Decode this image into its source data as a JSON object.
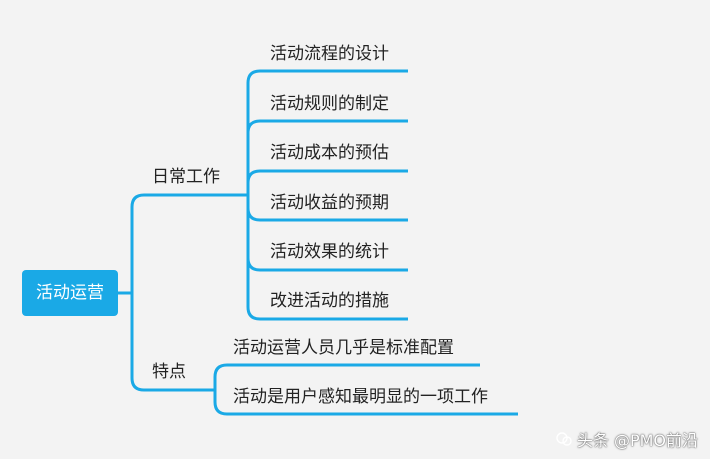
{
  "root": "活动运营",
  "branches": [
    {
      "label": "日常工作",
      "children": [
        "活动流程的设计",
        "活动规则的制定",
        "活动成本的预估",
        "活动收益的预期",
        "活动效果的统计",
        "改进活动的措施"
      ]
    },
    {
      "label": "特点",
      "children": [
        "活动运营人员几乎是标准配置",
        "活动是用户感知最明显的一项工作"
      ]
    }
  ],
  "watermark": "头条 @PMO前沿",
  "colors": {
    "root_fill": "#1aa9e6",
    "lines": "#1aa9e6",
    "background": "#f3f3f3"
  }
}
